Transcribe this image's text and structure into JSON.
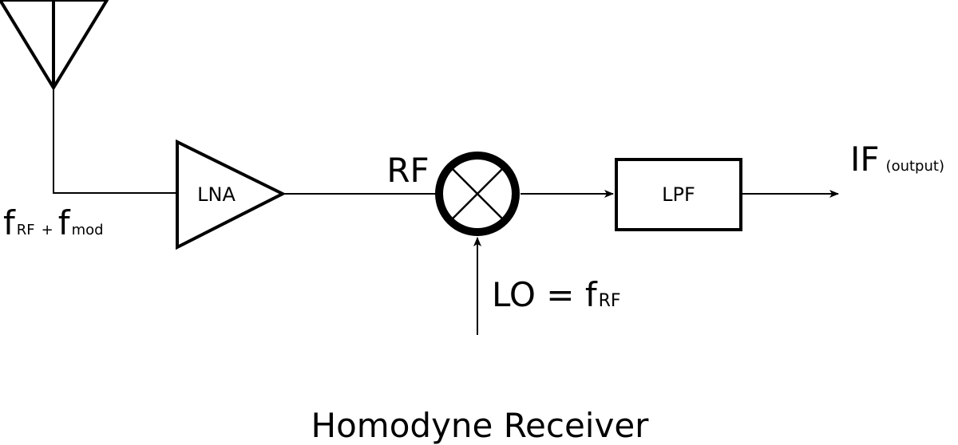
{
  "diagram": {
    "title": "Homodyne Receiver",
    "input_label": {
      "f1": "f",
      "f1_sub": "RF",
      "plus": "+",
      "f2": "f",
      "f2_sub": "mod"
    },
    "lna_label": "LNA",
    "rf_label": "RF",
    "lo_label": {
      "text": "LO = f",
      "sub": "RF"
    },
    "lpf_label": "LPF",
    "output_label": {
      "text": "IF",
      "sub": "(output)"
    }
  }
}
